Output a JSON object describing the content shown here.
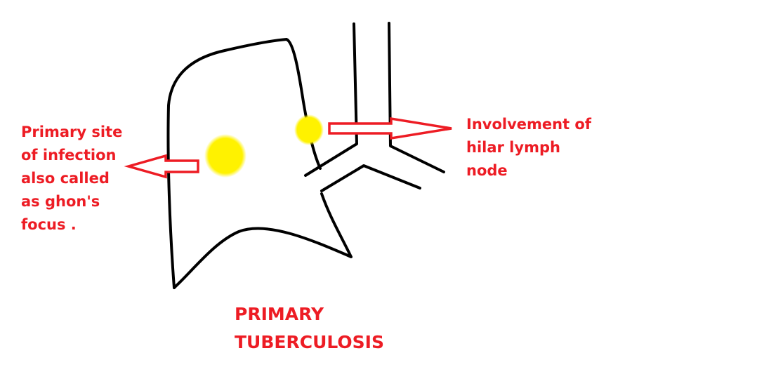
{
  "labels": {
    "primary_site": [
      "Primary site",
      "of infection",
      "also called",
      "as ghon's",
      "focus ."
    ],
    "hilar_node": [
      "Involvement of",
      "hilar lymph",
      "node"
    ],
    "title": [
      "PRIMARY",
      "TUBERCULOSIS"
    ]
  },
  "colors": {
    "text": "#ed1c24",
    "arrow": "#ed1c24",
    "lesion": "#fff200",
    "outline": "#000000"
  }
}
